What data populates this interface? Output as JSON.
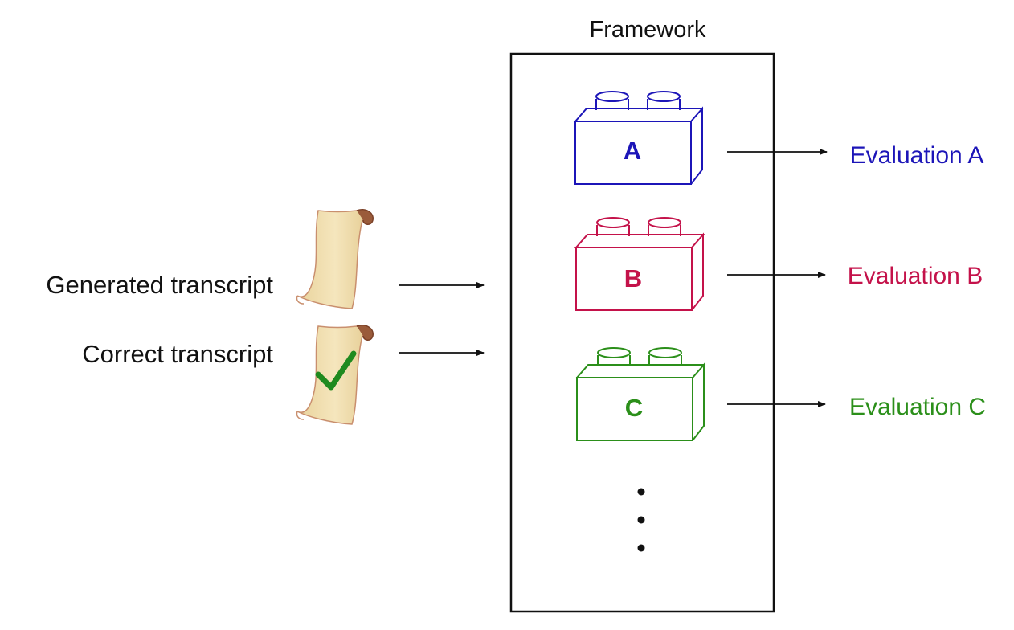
{
  "framework": {
    "title": "Framework"
  },
  "inputs": {
    "generated": "Generated transcript",
    "correct": "Correct transcript"
  },
  "icons": {
    "generated": "scroll-icon",
    "correct": "scroll-check-icon",
    "block": "lego-brick-icon",
    "more": "vertical-ellipsis-icon"
  },
  "modules": [
    {
      "letter": "A",
      "evaluation": "Evaluation A",
      "color": "#1c15b8"
    },
    {
      "letter": "B",
      "evaluation": "Evaluation B",
      "color": "#c4124a"
    },
    {
      "letter": "C",
      "evaluation": "Evaluation C",
      "color": "#2b8f1a"
    }
  ],
  "colors": {
    "scroll_fill": "#f1deae",
    "scroll_edge": "#c98f6e",
    "check": "#1f8a1f",
    "line": "#111111"
  }
}
